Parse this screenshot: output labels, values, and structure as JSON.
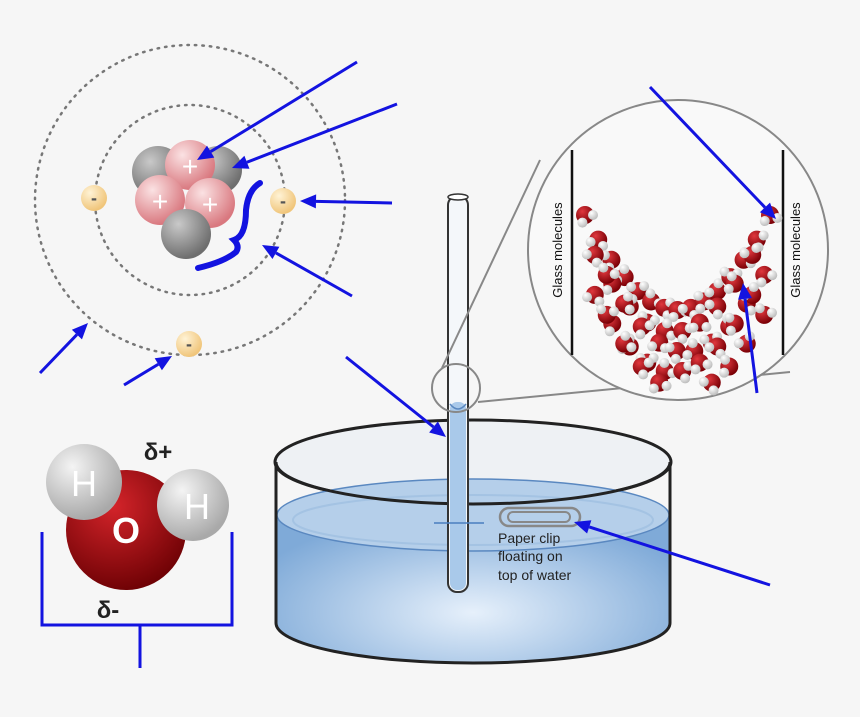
{
  "atom": {
    "proton_sign": "+",
    "electron_sign": "-"
  },
  "water_molecule": {
    "hydrogen_label": "H",
    "oxygen_label": "O",
    "delta_plus": "δ+",
    "delta_minus": "δ-"
  },
  "magnifier": {
    "left_wall_label": "Glass molecules",
    "right_wall_label": "Glass molecules"
  },
  "dish": {
    "paper_clip_line1": "Paper clip",
    "paper_clip_line2": "floating on",
    "paper_clip_line3": "top of water"
  },
  "colors": {
    "background": "#f6f6f6",
    "arrow_blue": "#1313e0",
    "proton_pink": "#e89aa0",
    "neutron_gray": "#8e8e8e",
    "electron_yellow": "#f7d9a0",
    "oxygen_red": "#a0060a",
    "hydrogen_gray": "#d8d8d8",
    "water_blue": "#8fb8e0"
  },
  "icons": [
    "atom-icon",
    "water-molecule-icon",
    "paper-clip-icon",
    "capillary-tube-icon",
    "magnifier-icon"
  ]
}
